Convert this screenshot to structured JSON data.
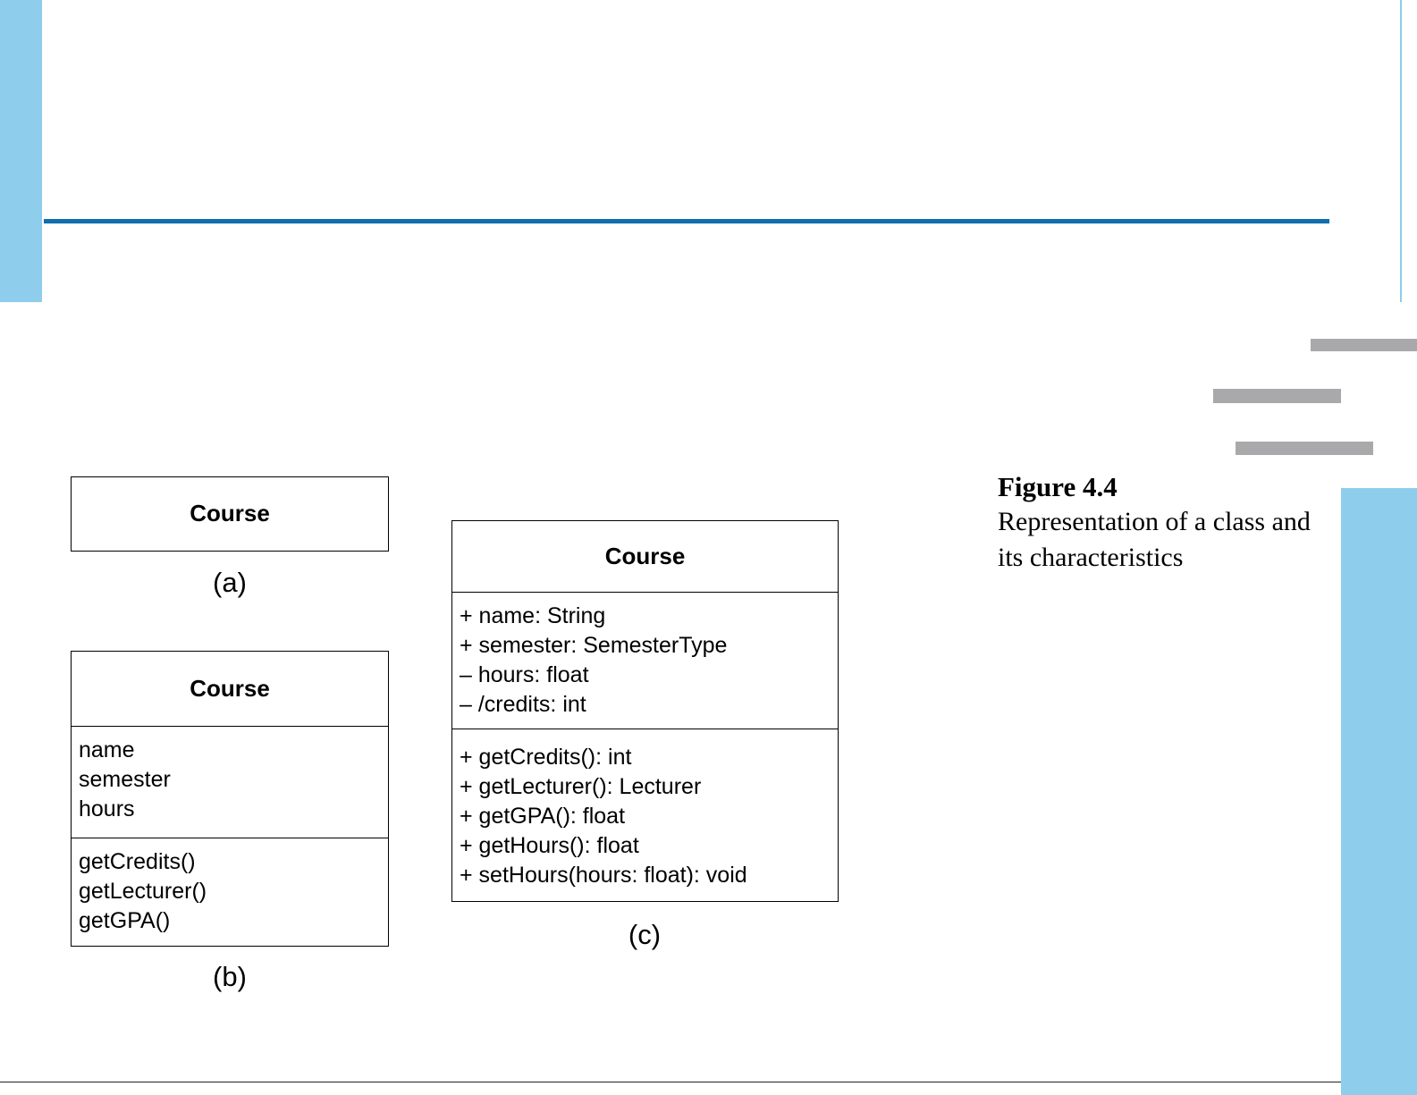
{
  "colors": {
    "accent_blue": "#8ecdeb",
    "rule_blue": "#0f6fae",
    "gray_bar": "#a9a9ab"
  },
  "diagram": {
    "class_a": {
      "name": "Course",
      "label": "(a)"
    },
    "class_b": {
      "name": "Course",
      "attributes": [
        "name",
        "semester",
        "hours"
      ],
      "operations": [
        "getCredits()",
        "getLecturer()",
        "getGPA()"
      ],
      "label": "(b)"
    },
    "class_c": {
      "name": "Course",
      "attributes": [
        "+ name: String",
        "+ semester: SemesterType",
        "– hours: float",
        "– /credits: int"
      ],
      "operations": [
        "+ getCredits(): int",
        "+ getLecturer(): Lecturer",
        "+ getGPA(): float",
        "+ getHours(): float",
        "+ setHours(hours: float): void"
      ],
      "label": "(c)"
    }
  },
  "caption": {
    "figure": "Figure 4.4",
    "text": "Representation of a class and its characteristics"
  }
}
